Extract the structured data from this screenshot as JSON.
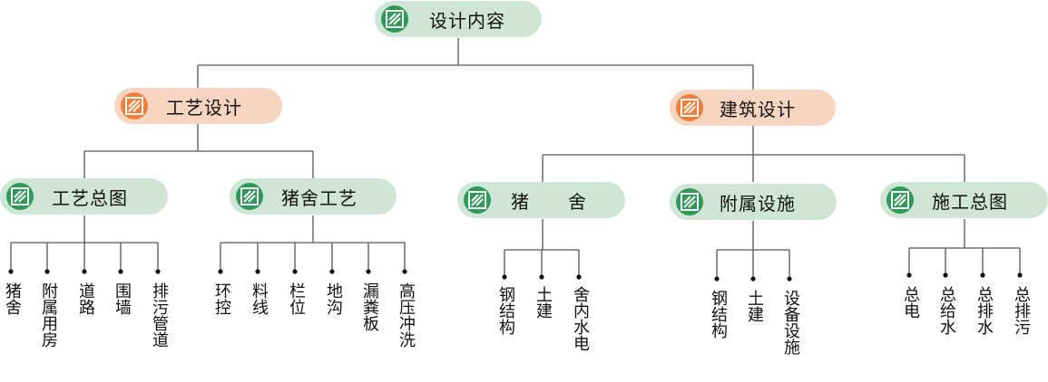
{
  "root": {
    "label": "设计内容",
    "icon": "diagonal-stripe-icon"
  },
  "branches": [
    {
      "label": "工艺设计",
      "color": "#f07f3c"
    },
    {
      "label": "建筑设计",
      "color": "#f07f3c"
    }
  ],
  "groups": [
    {
      "label": "工艺总图",
      "leaves": [
        "猪舍",
        "附属用房",
        "道路",
        "围墙",
        "排污管道"
      ]
    },
    {
      "label": "猪舍工艺",
      "leaves": [
        "环控",
        "料线",
        "栏位",
        "地沟",
        "漏粪板",
        "高压冲洗"
      ]
    },
    {
      "label": "猪　　舍",
      "leaves": [
        "钢结构",
        "土建",
        "舍内水电"
      ]
    },
    {
      "label": "附属设施",
      "leaves": [
        "钢结构",
        "土建",
        "设备设施"
      ]
    },
    {
      "label": "施工总图",
      "leaves": [
        "总电",
        "总给水",
        "总排水",
        "总排污"
      ]
    }
  ],
  "colors": {
    "green_badge": "#2e9a55",
    "green_fill": "#cfe6d6",
    "orange_badge": "#f07f3c",
    "orange_fill": "#f8d5c0",
    "line": "#555555"
  }
}
